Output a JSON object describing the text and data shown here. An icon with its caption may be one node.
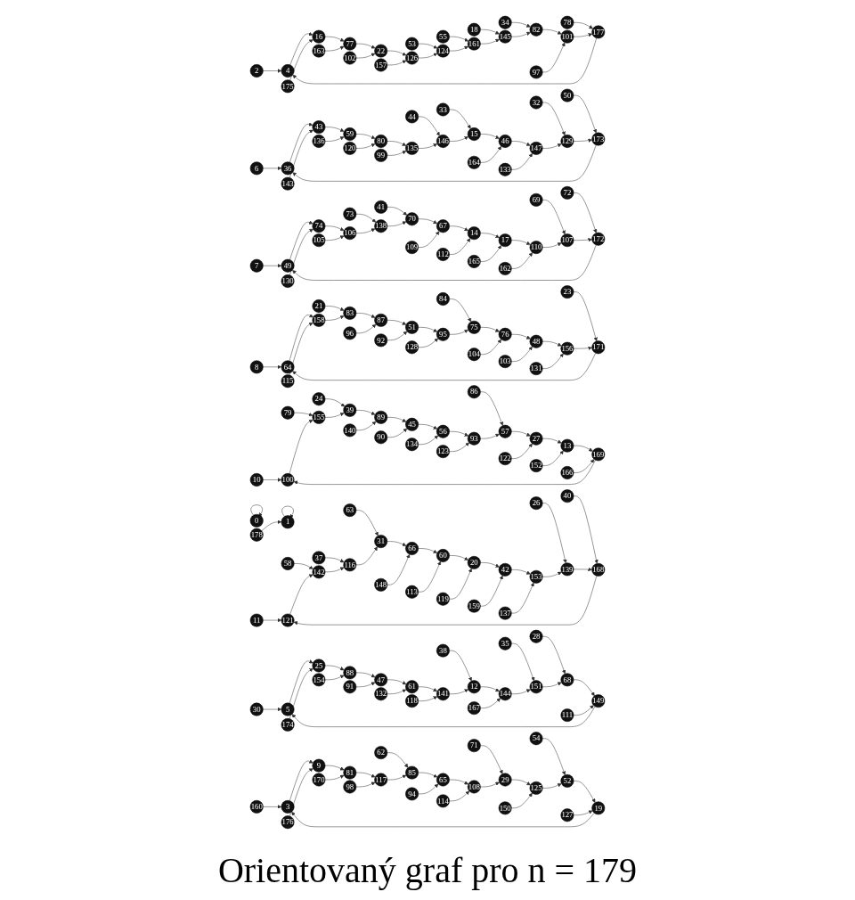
{
  "diagram": {
    "caption": "Orientovaný graf pro n = 179",
    "nodes": [
      {
        "text": [
          "0"
        ]
      },
      {
        "text": [
          "1"
        ]
      },
      {
        "text": [
          "2"
        ]
      },
      {
        "text": [
          "3"
        ]
      },
      {
        "text": [
          "4"
        ]
      },
      {
        "text": [
          "5"
        ]
      },
      {
        "text": [
          "6"
        ]
      },
      {
        "text": [
          "7"
        ]
      },
      {
        "text": [
          "8"
        ]
      },
      {
        "text": [
          "9"
        ]
      },
      {
        "text": [
          "10"
        ]
      },
      {
        "text": [
          "11"
        ]
      },
      {
        "text": [
          "12"
        ]
      },
      {
        "text": [
          "13"
        ]
      },
      {
        "text": [
          "14"
        ]
      },
      {
        "text": [
          "15"
        ]
      },
      {
        "text": [
          "16"
        ]
      },
      {
        "text": [
          "17"
        ]
      },
      {
        "text": [
          "18"
        ]
      },
      {
        "text": [
          "19"
        ]
      },
      {
        "text": [
          "20"
        ]
      },
      {
        "text": [
          "21"
        ]
      },
      {
        "text": [
          "22"
        ]
      },
      {
        "text": [
          "23"
        ]
      },
      {
        "text": [
          "24"
        ]
      },
      {
        "text": [
          "25"
        ]
      },
      {
        "text": [
          "26"
        ]
      },
      {
        "text": [
          "27"
        ]
      },
      {
        "text": [
          "28"
        ]
      },
      {
        "text": [
          "29"
        ]
      },
      {
        "text": [
          "30"
        ]
      },
      {
        "text": [
          "31"
        ]
      },
      {
        "text": [
          "32"
        ]
      },
      {
        "text": [
          "33"
        ]
      },
      {
        "text": [
          "34"
        ]
      },
      {
        "text": [
          "35"
        ]
      },
      {
        "text": [
          "36"
        ]
      },
      {
        "text": [
          "37"
        ]
      },
      {
        "text": [
          "38"
        ]
      },
      {
        "text": [
          "39"
        ]
      },
      {
        "text": [
          "40"
        ]
      },
      {
        "text": [
          "41"
        ]
      },
      {
        "text": [
          "42"
        ]
      },
      {
        "text": [
          "43"
        ]
      },
      {
        "text": [
          "44"
        ]
      },
      {
        "text": [
          "45"
        ]
      },
      {
        "text": [
          "46"
        ]
      },
      {
        "text": [
          "47"
        ]
      },
      {
        "text": [
          "48"
        ]
      },
      {
        "text": [
          "49"
        ]
      },
      {
        "text": [
          "50"
        ]
      },
      {
        "text": [
          "51"
        ]
      },
      {
        "text": [
          "52"
        ]
      },
      {
        "text": [
          "53"
        ]
      },
      {
        "text": [
          "54"
        ]
      },
      {
        "text": [
          "55"
        ]
      },
      {
        "text": [
          "56"
        ]
      },
      {
        "text": [
          "57"
        ]
      },
      {
        "text": [
          "58"
        ]
      },
      {
        "text": [
          "59"
        ]
      },
      {
        "text": [
          "60"
        ]
      },
      {
        "text": [
          "61"
        ]
      },
      {
        "text": [
          "62"
        ]
      },
      {
        "text": [
          "63"
        ]
      },
      {
        "text": [
          "64"
        ]
      },
      {
        "text": [
          "65"
        ]
      },
      {
        "text": [
          "66"
        ]
      },
      {
        "text": [
          "67"
        ]
      },
      {
        "text": [
          "68"
        ]
      },
      {
        "text": [
          "69"
        ]
      },
      {
        "text": [
          "70"
        ]
      },
      {
        "text": [
          "71"
        ]
      },
      {
        "text": [
          "72"
        ]
      },
      {
        "text": [
          "73"
        ]
      },
      {
        "text": [
          "74"
        ]
      },
      {
        "text": [
          "75"
        ]
      },
      {
        "text": [
          "76"
        ]
      },
      {
        "text": [
          "77"
        ]
      },
      {
        "text": [
          "78"
        ]
      },
      {
        "text": [
          "79"
        ]
      },
      {
        "text": [
          "80"
        ]
      },
      {
        "text": [
          "81"
        ]
      },
      {
        "text": [
          "82"
        ]
      },
      {
        "text": [
          "83"
        ]
      },
      {
        "text": [
          "84"
        ]
      },
      {
        "text": [
          "85"
        ]
      },
      {
        "text": [
          "86"
        ]
      },
      {
        "text": [
          "87"
        ]
      },
      {
        "text": [
          "88"
        ]
      },
      {
        "text": [
          "89"
        ]
      },
      {
        "text": [
          "90"
        ]
      },
      {
        "text": [
          "91"
        ]
      },
      {
        "text": [
          "92"
        ]
      },
      {
        "text": [
          "93"
        ]
      },
      {
        "text": [
          "94"
        ]
      },
      {
        "text": [
          "95"
        ]
      },
      {
        "text": [
          "96"
        ]
      },
      {
        "text": [
          "97"
        ]
      },
      {
        "text": [
          "98"
        ]
      },
      {
        "text": [
          "99"
        ]
      },
      {
        "text": [
          "100"
        ]
      },
      {
        "text": [
          "101"
        ]
      },
      {
        "text": [
          "102"
        ]
      },
      {
        "text": [
          "103"
        ]
      },
      {
        "text": [
          "104"
        ]
      },
      {
        "text": [
          "105"
        ]
      },
      {
        "text": [
          "106"
        ]
      },
      {
        "text": [
          "107"
        ]
      },
      {
        "text": [
          "108"
        ]
      },
      {
        "text": [
          "109"
        ]
      },
      {
        "text": [
          "110"
        ]
      },
      {
        "text": [
          "111"
        ]
      },
      {
        "text": [
          "112"
        ]
      },
      {
        "text": [
          "113"
        ]
      },
      {
        "text": [
          "114"
        ]
      },
      {
        "text": [
          "115"
        ]
      },
      {
        "text": [
          "116"
        ]
      },
      {
        "text": [
          "117"
        ]
      },
      {
        "text": [
          "118"
        ]
      },
      {
        "text": [
          "119"
        ]
      },
      {
        "text": [
          "120"
        ]
      },
      {
        "text": [
          "121"
        ]
      },
      {
        "text": [
          "122"
        ]
      },
      {
        "text": [
          "123"
        ]
      },
      {
        "text": [
          "124"
        ]
      },
      {
        "text": [
          "125"
        ]
      },
      {
        "text": [
          "126"
        ]
      },
      {
        "text": [
          "127"
        ]
      },
      {
        "text": [
          "128"
        ]
      },
      {
        "text": [
          "129"
        ]
      },
      {
        "text": [
          "130"
        ]
      },
      {
        "text": [
          "131"
        ]
      },
      {
        "text": [
          "132"
        ]
      },
      {
        "text": [
          "133"
        ]
      },
      {
        "text": [
          "134"
        ]
      },
      {
        "text": [
          "135"
        ]
      },
      {
        "text": [
          "136"
        ]
      },
      {
        "text": [
          "137"
        ]
      },
      {
        "text": [
          "138"
        ]
      },
      {
        "text": [
          "139"
        ]
      },
      {
        "text": [
          "140"
        ]
      },
      {
        "text": [
          "141"
        ]
      },
      {
        "text": [
          "142"
        ]
      },
      {
        "text": [
          "143"
        ]
      },
      {
        "text": [
          "144"
        ]
      },
      {
        "text": [
          "145"
        ]
      },
      {
        "text": [
          "146"
        ]
      },
      {
        "text": [
          "147"
        ]
      },
      {
        "text": [
          "148"
        ]
      },
      {
        "text": [
          "149"
        ]
      },
      {
        "text": [
          "150"
        ]
      },
      {
        "text": [
          "151"
        ]
      },
      {
        "text": [
          "152"
        ]
      },
      {
        "text": [
          "153"
        ]
      },
      {
        "text": [
          "154"
        ]
      },
      {
        "text": [
          "155"
        ]
      },
      {
        "text": [
          "156"
        ]
      },
      {
        "text": [
          "157"
        ]
      },
      {
        "text": [
          "158"
        ]
      },
      {
        "text": [
          "159"
        ]
      },
      {
        "text": [
          "160"
        ]
      },
      {
        "text": [
          "161"
        ]
      },
      {
        "text": [
          "162"
        ]
      },
      {
        "text": [
          "163"
        ]
      },
      {
        "text": [
          "164"
        ]
      },
      {
        "text": [
          "165"
        ]
      },
      {
        "text": [
          "166"
        ]
      },
      {
        "text": [
          "167"
        ]
      },
      {
        "text": [
          "168"
        ]
      },
      {
        "text": [
          "169"
        ]
      },
      {
        "text": [
          "170"
        ]
      },
      {
        "text": [
          "171"
        ]
      },
      {
        "text": [
          "172"
        ]
      },
      {
        "text": [
          "173"
        ]
      },
      {
        "text": [
          "174"
        ]
      },
      {
        "text": [
          "175"
        ]
      },
      {
        "text": [
          "176"
        ]
      },
      {
        "text": [
          "177"
        ]
      },
      {
        "text": [
          "178"
        ]
      }
    ],
    "edges": [
      {
        "from": 0,
        "to": 0,
        "arrow": "to"
      },
      {
        "from": 1,
        "to": 1,
        "arrow": "to"
      },
      {
        "from": 2,
        "to": 4,
        "arrow": "to"
      },
      {
        "from": 3,
        "to": 9,
        "arrow": "to"
      },
      {
        "from": 4,
        "to": 16,
        "arrow": "to"
      },
      {
        "from": 5,
        "to": 25,
        "arrow": "to"
      },
      {
        "from": 6,
        "to": 36,
        "arrow": "to"
      },
      {
        "from": 7,
        "to": 49,
        "arrow": "to"
      },
      {
        "from": 8,
        "to": 64,
        "arrow": "to"
      },
      {
        "from": 9,
        "to": 81,
        "arrow": "to"
      },
      {
        "from": 10,
        "to": 100,
        "arrow": "to"
      },
      {
        "from": 11,
        "to": 121,
        "arrow": "to"
      },
      {
        "from": 12,
        "to": 144,
        "arrow": "to"
      },
      {
        "from": 13,
        "to": 169,
        "arrow": "to"
      },
      {
        "from": 14,
        "to": 17,
        "arrow": "to"
      },
      {
        "from": 15,
        "to": 46,
        "arrow": "to"
      },
      {
        "from": 16,
        "to": 77,
        "arrow": "to"
      },
      {
        "from": 17,
        "to": 110,
        "arrow": "to"
      },
      {
        "from": 18,
        "to": 145,
        "arrow": "to"
      },
      {
        "from": 19,
        "to": 3,
        "arrow": "to"
      },
      {
        "from": 20,
        "to": 42,
        "arrow": "to"
      },
      {
        "from": 21,
        "to": 83,
        "arrow": "to"
      },
      {
        "from": 22,
        "to": 126,
        "arrow": "to"
      },
      {
        "from": 23,
        "to": 171,
        "arrow": "to"
      },
      {
        "from": 24,
        "to": 39,
        "arrow": "to"
      },
      {
        "from": 25,
        "to": 88,
        "arrow": "to"
      },
      {
        "from": 26,
        "to": 139,
        "arrow": "to"
      },
      {
        "from": 27,
        "to": 13,
        "arrow": "to"
      },
      {
        "from": 28,
        "to": 68,
        "arrow": "to"
      },
      {
        "from": 29,
        "to": 125,
        "arrow": "to"
      },
      {
        "from": 30,
        "to": 5,
        "arrow": "to"
      },
      {
        "from": 31,
        "to": 66,
        "arrow": "to"
      },
      {
        "from": 32,
        "to": 129,
        "arrow": "to"
      },
      {
        "from": 33,
        "to": 15,
        "arrow": "to"
      },
      {
        "from": 34,
        "to": 82,
        "arrow": "to"
      },
      {
        "from": 35,
        "to": 151,
        "arrow": "to"
      },
      {
        "from": 36,
        "to": 43,
        "arrow": "to"
      },
      {
        "from": 37,
        "to": 116,
        "arrow": "to"
      },
      {
        "from": 38,
        "to": 12,
        "arrow": "to"
      },
      {
        "from": 39,
        "to": 89,
        "arrow": "to"
      },
      {
        "from": 40,
        "to": 168,
        "arrow": "to"
      },
      {
        "from": 41,
        "to": 70,
        "arrow": "to"
      },
      {
        "from": 42,
        "to": 153,
        "arrow": "to"
      },
      {
        "from": 43,
        "to": 59,
        "arrow": "to"
      },
      {
        "from": 44,
        "to": 146,
        "arrow": "to"
      },
      {
        "from": 45,
        "to": 56,
        "arrow": "to"
      },
      {
        "from": 46,
        "to": 147,
        "arrow": "to"
      },
      {
        "from": 47,
        "to": 61,
        "arrow": "to"
      },
      {
        "from": 48,
        "to": 156,
        "arrow": "to"
      },
      {
        "from": 49,
        "to": 74,
        "arrow": "to"
      },
      {
        "from": 50,
        "to": 173,
        "arrow": "to"
      },
      {
        "from": 51,
        "to": 95,
        "arrow": "to"
      },
      {
        "from": 52,
        "to": 19,
        "arrow": "to"
      },
      {
        "from": 53,
        "to": 124,
        "arrow": "to"
      },
      {
        "from": 54,
        "to": 52,
        "arrow": "to"
      },
      {
        "from": 55,
        "to": 161,
        "arrow": "to"
      },
      {
        "from": 56,
        "to": 93,
        "arrow": "to"
      },
      {
        "from": 57,
        "to": 27,
        "arrow": "to"
      },
      {
        "from": 58,
        "to": 142,
        "arrow": "to"
      },
      {
        "from": 59,
        "to": 80,
        "arrow": "to"
      },
      {
        "from": 60,
        "to": 20,
        "arrow": "to"
      },
      {
        "from": 61,
        "to": 141,
        "arrow": "to"
      },
      {
        "from": 62,
        "to": 85,
        "arrow": "to"
      },
      {
        "from": 63,
        "to": 31,
        "arrow": "to"
      },
      {
        "from": 64,
        "to": 158,
        "arrow": "to"
      },
      {
        "from": 65,
        "to": 108,
        "arrow": "to"
      },
      {
        "from": 66,
        "to": 60,
        "arrow": "to"
      },
      {
        "from": 67,
        "to": 14,
        "arrow": "to"
      },
      {
        "from": 68,
        "to": 149,
        "arrow": "to"
      },
      {
        "from": 69,
        "to": 107,
        "arrow": "to"
      },
      {
        "from": 70,
        "to": 67,
        "arrow": "to"
      },
      {
        "from": 71,
        "to": 29,
        "arrow": "to"
      },
      {
        "from": 72,
        "to": 172,
        "arrow": "to"
      },
      {
        "from": 73,
        "to": 138,
        "arrow": "to"
      },
      {
        "from": 74,
        "to": 106,
        "arrow": "to"
      },
      {
        "from": 75,
        "to": 76,
        "arrow": "to"
      },
      {
        "from": 76,
        "to": 48,
        "arrow": "to"
      },
      {
        "from": 77,
        "to": 22,
        "arrow": "to"
      },
      {
        "from": 78,
        "to": 177,
        "arrow": "to"
      },
      {
        "from": 79,
        "to": 155,
        "arrow": "to"
      },
      {
        "from": 80,
        "to": 135,
        "arrow": "to"
      },
      {
        "from": 81,
        "to": 117,
        "arrow": "to"
      },
      {
        "from": 82,
        "to": 101,
        "arrow": "to"
      },
      {
        "from": 83,
        "to": 87,
        "arrow": "to"
      },
      {
        "from": 84,
        "to": 75,
        "arrow": "to"
      },
      {
        "from": 85,
        "to": 65,
        "arrow": "to"
      },
      {
        "from": 86,
        "to": 57,
        "arrow": "to"
      },
      {
        "from": 87,
        "to": 51,
        "arrow": "to"
      },
      {
        "from": 88,
        "to": 47,
        "arrow": "to"
      },
      {
        "from": 89,
        "to": 45,
        "arrow": "to"
      },
      {
        "from": 90,
        "to": 45,
        "arrow": "to"
      },
      {
        "from": 91,
        "to": 47,
        "arrow": "to"
      },
      {
        "from": 92,
        "to": 51,
        "arrow": "to"
      },
      {
        "from": 93,
        "to": 57,
        "arrow": "to"
      },
      {
        "from": 94,
        "to": 65,
        "arrow": "to"
      },
      {
        "from": 95,
        "to": 75,
        "arrow": "to"
      },
      {
        "from": 96,
        "to": 87,
        "arrow": "to"
      },
      {
        "from": 97,
        "to": 101,
        "arrow": "to"
      },
      {
        "from": 98,
        "to": 117,
        "arrow": "to"
      },
      {
        "from": 99,
        "to": 135,
        "arrow": "to"
      },
      {
        "from": 100,
        "to": 155,
        "arrow": "to"
      },
      {
        "from": 101,
        "to": 177,
        "arrow": "to"
      },
      {
        "from": 102,
        "to": 22,
        "arrow": "to"
      },
      {
        "from": 103,
        "to": 48,
        "arrow": "to"
      },
      {
        "from": 104,
        "to": 76,
        "arrow": "to"
      },
      {
        "from": 105,
        "to": 106,
        "arrow": "to"
      },
      {
        "from": 106,
        "to": 138,
        "arrow": "to"
      },
      {
        "from": 107,
        "to": 172,
        "arrow": "to"
      },
      {
        "from": 108,
        "to": 29,
        "arrow": "to"
      },
      {
        "from": 109,
        "to": 67,
        "arrow": "to"
      },
      {
        "from": 110,
        "to": 107,
        "arrow": "to"
      },
      {
        "from": 111,
        "to": 149,
        "arrow": "to"
      },
      {
        "from": 112,
        "to": 14,
        "arrow": "to"
      },
      {
        "from": 113,
        "to": 60,
        "arrow": "to"
      },
      {
        "from": 114,
        "to": 108,
        "arrow": "to"
      },
      {
        "from": 115,
        "to": 158,
        "arrow": "to"
      },
      {
        "from": 116,
        "to": 31,
        "arrow": "to"
      },
      {
        "from": 117,
        "to": 85,
        "arrow": "to"
      },
      {
        "from": 118,
        "to": 141,
        "arrow": "to"
      },
      {
        "from": 119,
        "to": 20,
        "arrow": "to"
      },
      {
        "from": 120,
        "to": 80,
        "arrow": "to"
      },
      {
        "from": 121,
        "to": 142,
        "arrow": "to"
      },
      {
        "from": 122,
        "to": 27,
        "arrow": "to"
      },
      {
        "from": 123,
        "to": 93,
        "arrow": "to"
      },
      {
        "from": 124,
        "to": 161,
        "arrow": "to"
      },
      {
        "from": 125,
        "to": 52,
        "arrow": "to"
      },
      {
        "from": 126,
        "to": 124,
        "arrow": "to"
      },
      {
        "from": 127,
        "to": 19,
        "arrow": "to"
      },
      {
        "from": 128,
        "to": 95,
        "arrow": "to"
      },
      {
        "from": 129,
        "to": 173,
        "arrow": "to"
      },
      {
        "from": 130,
        "to": 74,
        "arrow": "to"
      },
      {
        "from": 131,
        "to": 156,
        "arrow": "to"
      },
      {
        "from": 132,
        "to": 61,
        "arrow": "to"
      },
      {
        "from": 133,
        "to": 147,
        "arrow": "to"
      },
      {
        "from": 134,
        "to": 56,
        "arrow": "to"
      },
      {
        "from": 135,
        "to": 146,
        "arrow": "to"
      },
      {
        "from": 136,
        "to": 59,
        "arrow": "to"
      },
      {
        "from": 137,
        "to": 153,
        "arrow": "to"
      },
      {
        "from": 138,
        "to": 70,
        "arrow": "to"
      },
      {
        "from": 139,
        "to": 168,
        "arrow": "to"
      },
      {
        "from": 140,
        "to": 89,
        "arrow": "to"
      },
      {
        "from": 141,
        "to": 12,
        "arrow": "to"
      },
      {
        "from": 142,
        "to": 116,
        "arrow": "to"
      },
      {
        "from": 143,
        "to": 43,
        "arrow": "to"
      },
      {
        "from": 144,
        "to": 151,
        "arrow": "to"
      },
      {
        "from": 145,
        "to": 82,
        "arrow": "to"
      },
      {
        "from": 146,
        "to": 15,
        "arrow": "to"
      },
      {
        "from": 147,
        "to": 129,
        "arrow": "to"
      },
      {
        "from": 148,
        "to": 66,
        "arrow": "to"
      },
      {
        "from": 149,
        "to": 5,
        "arrow": "to"
      },
      {
        "from": 150,
        "to": 125,
        "arrow": "to"
      },
      {
        "from": 151,
        "to": 68,
        "arrow": "to"
      },
      {
        "from": 152,
        "to": 13,
        "arrow": "to"
      },
      {
        "from": 153,
        "to": 139,
        "arrow": "to"
      },
      {
        "from": 154,
        "to": 88,
        "arrow": "to"
      },
      {
        "from": 155,
        "to": 39,
        "arrow": "to"
      },
      {
        "from": 156,
        "to": 171,
        "arrow": "to"
      },
      {
        "from": 157,
        "to": 126,
        "arrow": "to"
      },
      {
        "from": 158,
        "to": 83,
        "arrow": "to"
      },
      {
        "from": 159,
        "to": 42,
        "arrow": "to"
      },
      {
        "from": 160,
        "to": 3,
        "arrow": "to"
      },
      {
        "from": 161,
        "to": 145,
        "arrow": "to"
      },
      {
        "from": 162,
        "to": 110,
        "arrow": "to"
      },
      {
        "from": 163,
        "to": 77,
        "arrow": "to"
      },
      {
        "from": 164,
        "to": 46,
        "arrow": "to"
      },
      {
        "from": 165,
        "to": 17,
        "arrow": "to"
      },
      {
        "from": 166,
        "to": 169,
        "arrow": "to"
      },
      {
        "from": 167,
        "to": 144,
        "arrow": "to"
      },
      {
        "from": 168,
        "to": 121,
        "arrow": "to"
      },
      {
        "from": 169,
        "to": 100,
        "arrow": "to"
      },
      {
        "from": 170,
        "to": 81,
        "arrow": "to"
      },
      {
        "from": 171,
        "to": 64,
        "arrow": "to"
      },
      {
        "from": 172,
        "to": 49,
        "arrow": "to"
      },
      {
        "from": 173,
        "to": 36,
        "arrow": "to"
      },
      {
        "from": 174,
        "to": 25,
        "arrow": "to"
      },
      {
        "from": 175,
        "to": 16,
        "arrow": "to"
      },
      {
        "from": 176,
        "to": 9,
        "arrow": "to"
      },
      {
        "from": 177,
        "to": 4,
        "arrow": "to"
      },
      {
        "from": 178,
        "to": 1,
        "arrow": "to"
      }
    ]
  }
}
